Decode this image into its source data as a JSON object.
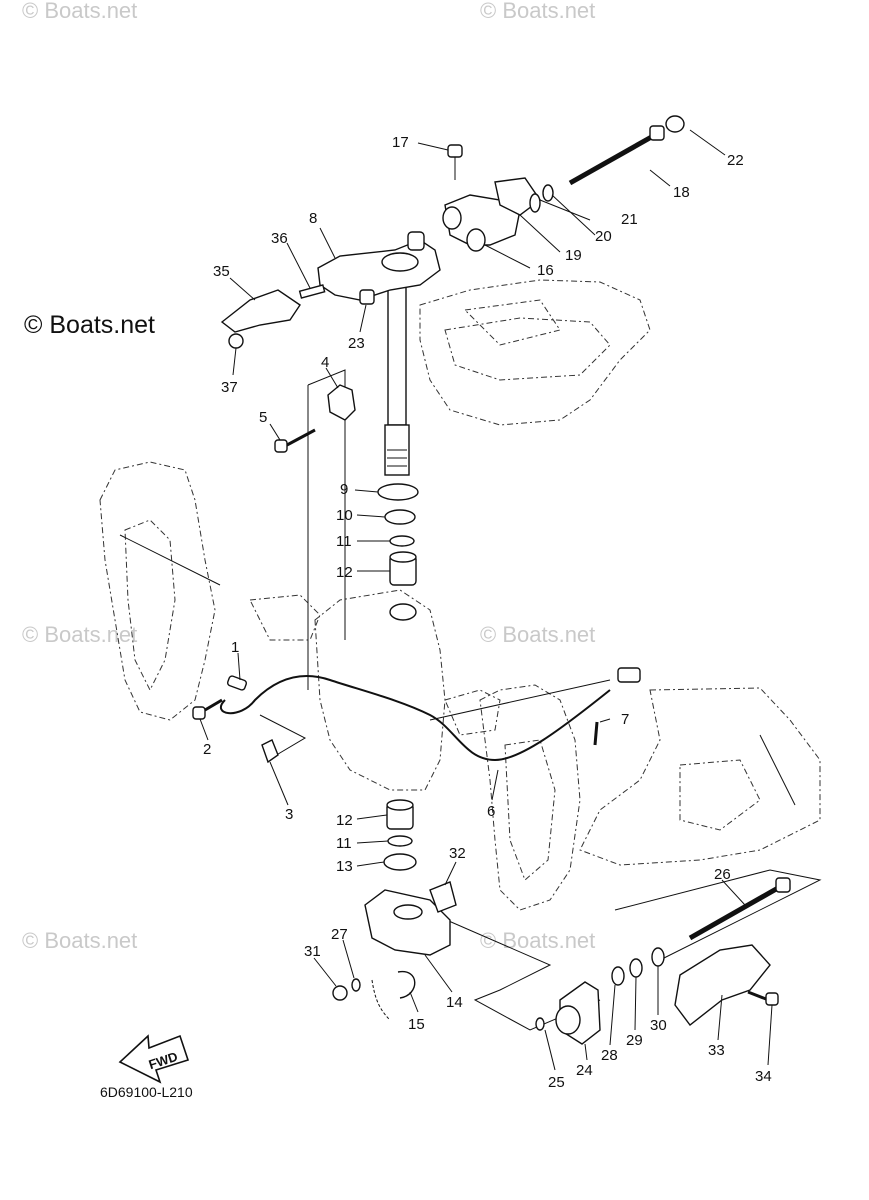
{
  "watermarks": [
    "© Boats.net",
    "© Boats.net",
    "© Boats.net",
    "© Boats.net",
    "© Boats.net",
    "© Boats.net",
    "© Boats.net"
  ],
  "diagram_code": "6D69100-L210",
  "fwd_label": "FWD",
  "callouts": [
    "1",
    "2",
    "3",
    "4",
    "5",
    "6",
    "7",
    "8",
    "9",
    "10",
    "11",
    "11",
    "12",
    "12",
    "13",
    "14",
    "15",
    "16",
    "17",
    "18",
    "19",
    "20",
    "21",
    "22",
    "23",
    "24",
    "25",
    "26",
    "27",
    "28",
    "29",
    "30",
    "31",
    "32",
    "33",
    "34",
    "35",
    "36",
    "37"
  ]
}
